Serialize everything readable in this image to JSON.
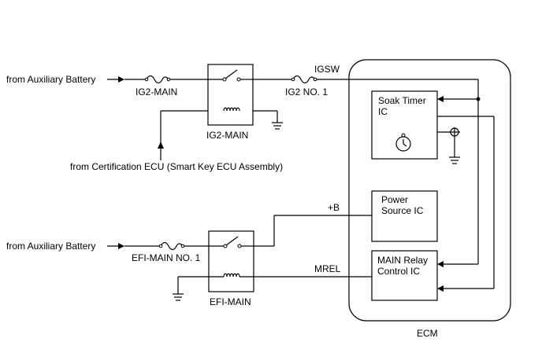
{
  "labels": {
    "aux_battery_1": "from Auxiliary Battery",
    "aux_battery_2": "from Auxiliary Battery",
    "ig2_main_fuse": "IG2-MAIN",
    "ig2_main_relay": "IG2-MAIN",
    "ig2_no1_fuse": "IG2 NO. 1",
    "igsw": "IGSW",
    "certification_ecu": "from Certification ECU (Smart Key ECU Assembly)",
    "plus_b": "+B",
    "efi_main_no1_fuse": "EFI-MAIN NO. 1",
    "efi_main_relay": "EFI-MAIN",
    "mrel": "MREL",
    "ecm": "ECM",
    "soak_timer_line1": "Soak Timer",
    "soak_timer_line2": "IC",
    "power_source_line1": "Power",
    "power_source_line2": "Source IC",
    "main_relay_line1": "MAIN Relay",
    "main_relay_line2": "Control IC"
  }
}
